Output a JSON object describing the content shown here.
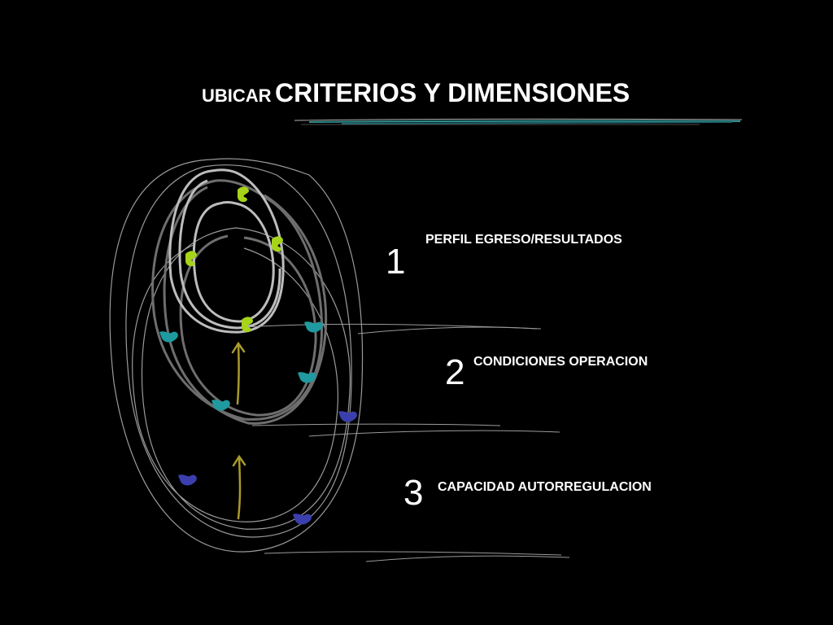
{
  "title": {
    "prefix": "UBICAR",
    "main": "CRITERIOS Y DIMENSIONES"
  },
  "levels": [
    {
      "number": "1",
      "label": "PERFIL EGRESO/RESULTADOS"
    },
    {
      "number": "2",
      "label": "CONDICIONES OPERACION"
    },
    {
      "number": "3",
      "label": "CAPACIDAD AUTORREGULACION"
    }
  ],
  "colors": {
    "background": "#000000",
    "title_rule": "#2f8f8f",
    "inner_marks": "#a6d41b",
    "middle_marks": "#1f9aa0",
    "outer_marks": "#3b3fae",
    "arrows": "#a89a2c",
    "rings_inner": "#bdbdbd",
    "rings_mid": "#6e6e6e",
    "rings_outer": "#9a9a9a"
  }
}
